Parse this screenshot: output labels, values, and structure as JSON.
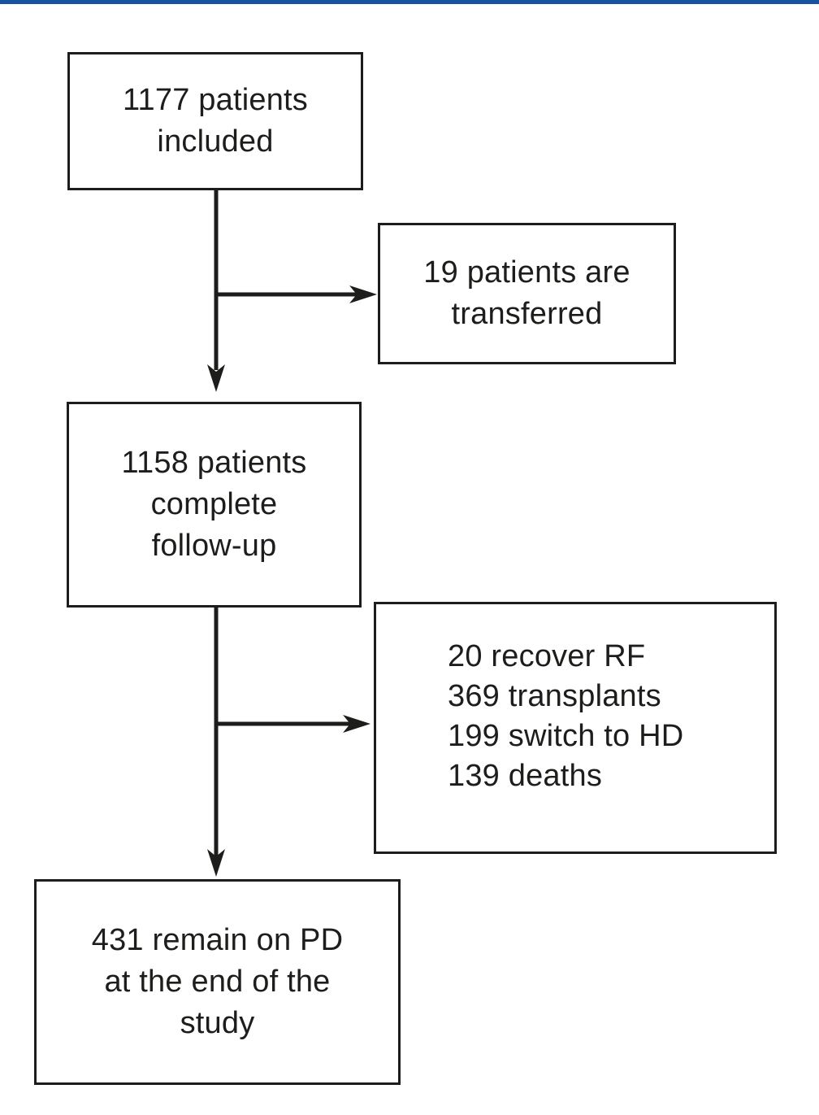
{
  "page": {
    "background_color": "#ffffff",
    "top_bar_color": "#17519f",
    "ink_color": "#1d1d1b"
  },
  "flowchart": {
    "type": "flow-diagram",
    "nodes": [
      {
        "id": "included",
        "lines": [
          "1177 patients",
          "included"
        ]
      },
      {
        "id": "transferred",
        "lines": [
          "19 patients are",
          "transferred"
        ]
      },
      {
        "id": "followup",
        "lines": [
          "1158 patients",
          "complete",
          "follow-up"
        ]
      },
      {
        "id": "exits",
        "lines": [
          "20 recover RF",
          "369 transplants",
          "199 switch to HD",
          "139 deaths"
        ]
      },
      {
        "id": "remain",
        "lines": [
          "431 remain on PD",
          "at the end of the",
          "study"
        ]
      }
    ],
    "edges": [
      {
        "from": "included",
        "to": "followup"
      },
      {
        "from": "included",
        "to": "transferred"
      },
      {
        "from": "followup",
        "to": "remain"
      },
      {
        "from": "followup",
        "to": "exits"
      }
    ]
  }
}
